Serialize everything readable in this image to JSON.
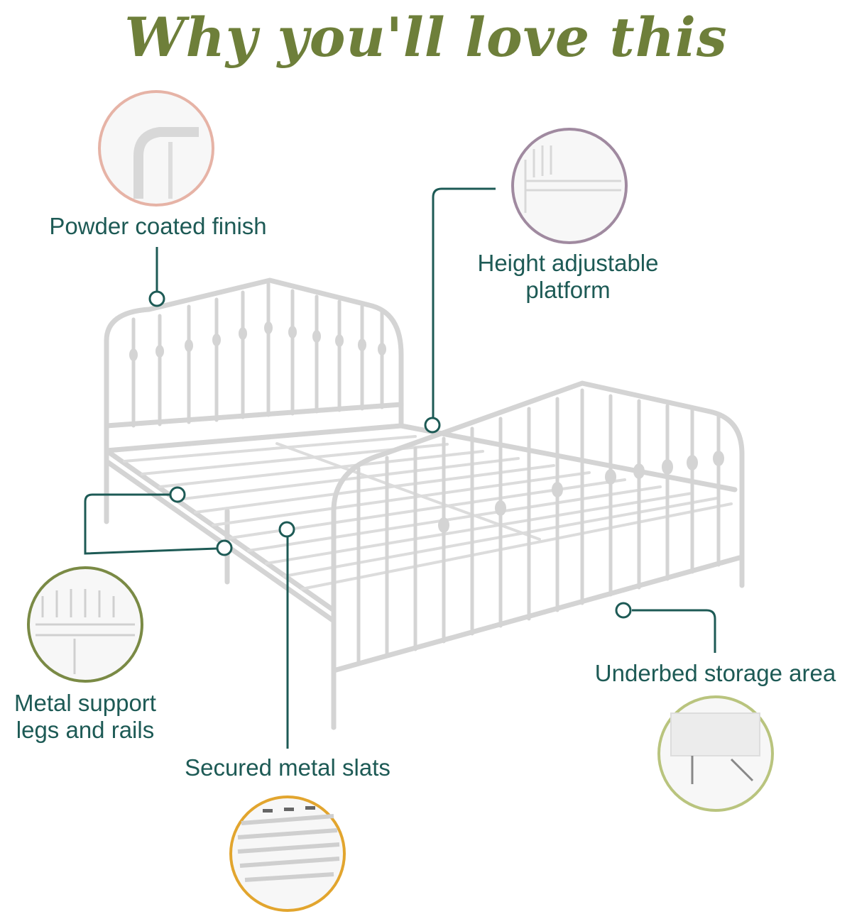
{
  "title": "Why you'll love this",
  "features": {
    "powder_coated": "Powder coated finish",
    "height_adjustable_line1": "Height adjustable",
    "height_adjustable_line2": "platform",
    "metal_support_line1": "Metal support",
    "metal_support_line2": "legs and rails",
    "secured_slats": "Secured metal slats",
    "underbed_storage": "Underbed storage area"
  },
  "colors": {
    "title": "#6e7f3a",
    "label": "#1d5a55",
    "circle_powder": "#e6b3a6",
    "circle_height": "#a08aa0",
    "circle_support": "#7a8a45",
    "circle_slats": "#e2a52e",
    "circle_underbed": "#b9c47e"
  }
}
